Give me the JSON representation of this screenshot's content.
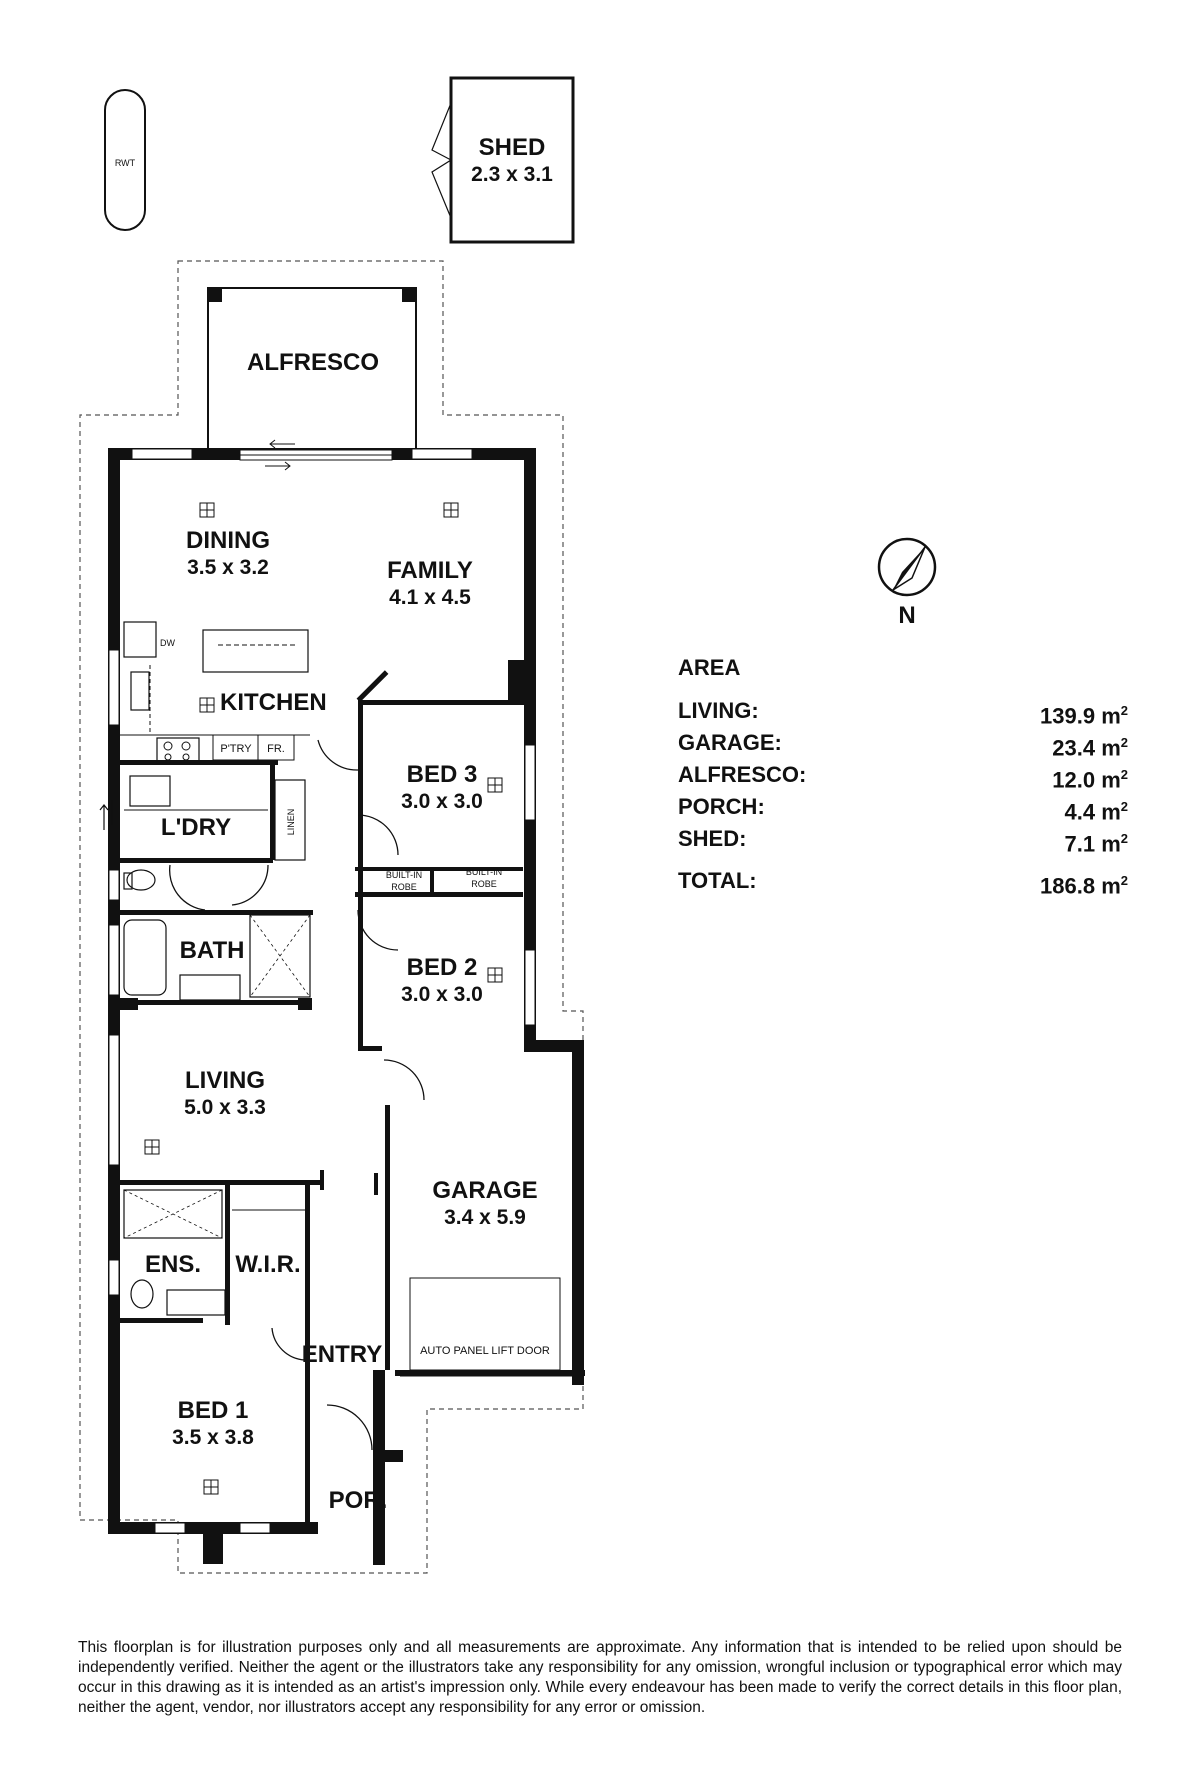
{
  "rooms": {
    "rwt": "RWT",
    "shed": {
      "name": "SHED",
      "dims": "2.3 x 3.1"
    },
    "alfresco": {
      "name": "ALFRESCO"
    },
    "dining": {
      "name": "DINING",
      "dims": "3.5 x 3.2"
    },
    "family": {
      "name": "FAMILY",
      "dims": "4.1 x 4.5"
    },
    "kitchen": {
      "name": "KITCHEN"
    },
    "dw": "DW",
    "pantry": "P'TRY",
    "fridge": "FR.",
    "laundry": {
      "name": "L'DRY"
    },
    "linen": "LINEN",
    "bed3": {
      "name": "BED 3",
      "dims": "3.0 x 3.0"
    },
    "robe1": [
      "BUILT-IN",
      "ROBE"
    ],
    "robe2": [
      "BUILT-IN",
      "ROBE"
    ],
    "bed2": {
      "name": "BED 2",
      "dims": "3.0 x 3.0"
    },
    "bath": {
      "name": "BATH"
    },
    "living": {
      "name": "LIVING",
      "dims": "5.0 x 3.3"
    },
    "garage": {
      "name": "GARAGE",
      "dims": "3.4 x 5.9"
    },
    "garage_door": "AUTO PANEL LIFT DOOR",
    "ensuite": {
      "name": "ENS."
    },
    "wir": {
      "name": "W.I.R."
    },
    "entry": {
      "name": "ENTRY"
    },
    "bed1": {
      "name": "BED 1",
      "dims": "3.5 x 3.8"
    },
    "porch": {
      "name": "POR."
    }
  },
  "compass": {
    "label": "N"
  },
  "area": {
    "title": "AREA",
    "rows": [
      {
        "label": "LIVING:",
        "value": "139.9 m",
        "sup": "2"
      },
      {
        "label": "GARAGE:",
        "value": "23.4 m",
        "sup": "2"
      },
      {
        "label": "ALFRESCO:",
        "value": "12.0 m",
        "sup": "2"
      },
      {
        "label": "PORCH:",
        "value": "4.4 m",
        "sup": "2"
      },
      {
        "label": "SHED:",
        "value": "7.1 m",
        "sup": "2"
      }
    ],
    "total": {
      "label": "TOTAL:",
      "value": "186.8 m",
      "sup": "2"
    }
  },
  "disclaimer": "This floorplan is for illustration purposes only and all measurements are approximate. Any information that is intended to be relied upon should be independently verified. Neither the agent or the illustrators take any responsibility for any omission, wrongful inclusion or typographical error which may occur in this drawing as it is intended as an artist's impression only. While every endeavour has been made to verify the correct details in this floor plan, neither the agent, vendor, nor illustrators accept any responsibility for any error or omission."
}
